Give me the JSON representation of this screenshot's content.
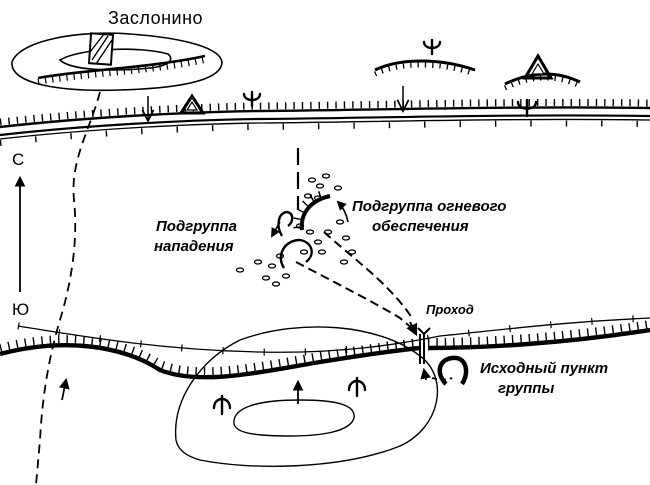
{
  "village": "Заслонино",
  "fire_support_group": [
    "Подгруппа огневого",
    "обеспечения"
  ],
  "assault_group": [
    "Подгруппа",
    "нападения"
  ],
  "passage": "Проход",
  "group_start_point": [
    "Исходный пункт",
    "группы"
  ],
  "compass": {
    "north": "С",
    "south": "Ю"
  },
  "colors": {
    "ink": "#000000",
    "paper": "#ffffff"
  }
}
